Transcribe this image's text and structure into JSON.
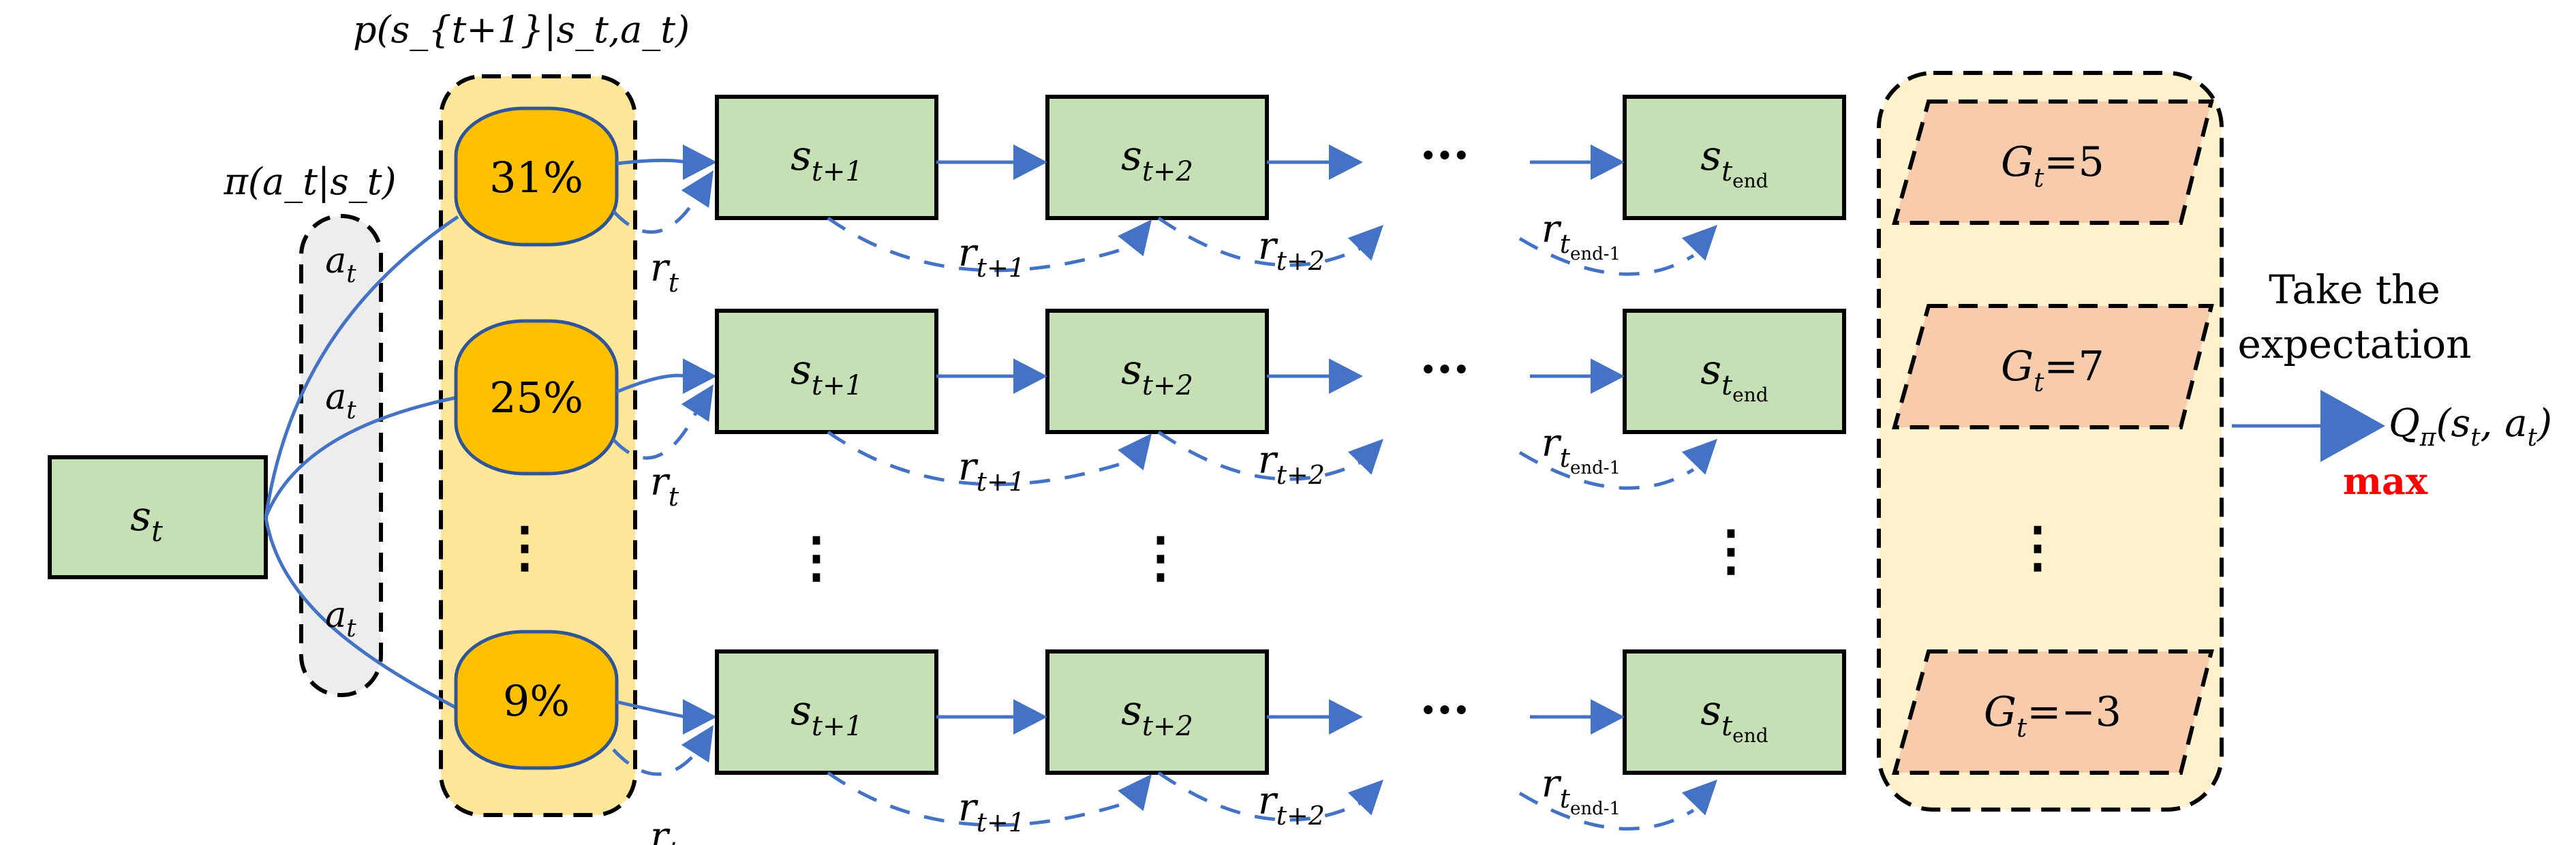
{
  "labels": {
    "policy": "π(a_t|s_t)",
    "transition": "p(s_{t+1}|s_t,a_t)",
    "start_state": {
      "base": "s",
      "sub": "t"
    },
    "action": {
      "base": "a",
      "sub": "t"
    },
    "state_t1": {
      "base": "s",
      "sub": "t+1"
    },
    "state_t2": {
      "base": "s",
      "sub": "t+2"
    },
    "state_end": {
      "base": "s",
      "sub": "t",
      "subsub": "end"
    },
    "reward_t": {
      "base": "r",
      "sub": "t"
    },
    "reward_t1": {
      "base": "r",
      "sub": "t+1"
    },
    "reward_t2": {
      "base": "r",
      "sub": "t+2"
    },
    "reward_end": {
      "base": "r",
      "sub": "t",
      "subsub": "end-1"
    },
    "ellipsis_h": "···",
    "ellipsis_v": "⋮",
    "expectation_line1": "Take the",
    "expectation_line2": "expectation",
    "q_value": {
      "base": "Q",
      "sub": "π",
      "args": "(s",
      "args_sub": "t",
      "args_mid": ", a",
      "args_sub2": "t",
      "args_end": ")"
    },
    "max": "max"
  },
  "rows": [
    {
      "probability": "31%",
      "return_label": "G",
      "return_sub": "t",
      "return_value": "=5"
    },
    {
      "probability": "25%",
      "return_label": "G",
      "return_sub": "t",
      "return_value": "=7"
    },
    {
      "probability": "9%",
      "return_label": "G",
      "return_sub": "t",
      "return_value": "=−3"
    }
  ],
  "colors": {
    "state_fill": "#c5e0b4",
    "prob_fill": "#ffc000",
    "prob_panel": "#ffe699",
    "action_panel": "#ededed",
    "return_fill": "#f8cbad",
    "return_panel": "#fff2cc",
    "arrow": "#4472c4",
    "max": "#ff0000"
  }
}
